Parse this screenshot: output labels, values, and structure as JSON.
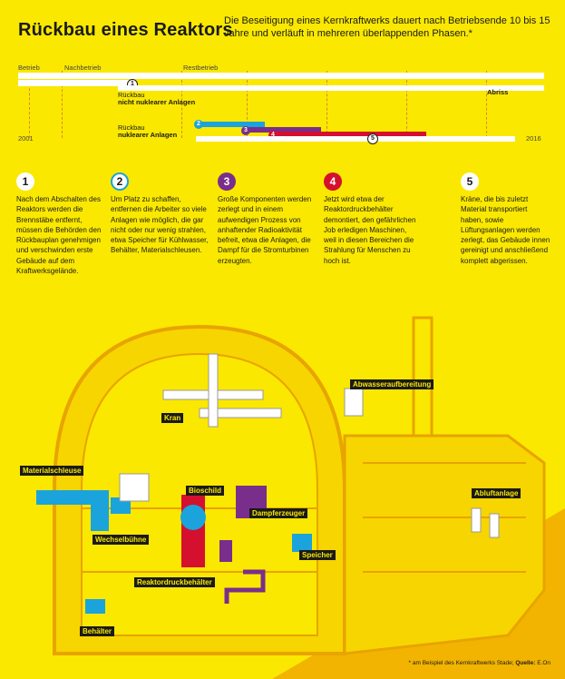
{
  "title": "Rückbau eines Reaktors",
  "subtitle": "Die Beseitigung eines Kernkraftwerks dauert nach Betriebsende 10 bis 15 Jahre und verläuft in mehreren überlappenden Phasen.*",
  "timeline": {
    "labels": {
      "betrieb": "Betrieb",
      "nachbetrieb": "Nachbetrieb",
      "restbetrieb": "Restbetrieb",
      "abriss": "Abriss",
      "year_start": "2001",
      "year_end": "2016"
    },
    "row1": {
      "line1": "Rückbau",
      "line2": "nicht nuklearer Anlagen"
    },
    "row2": {
      "line1": "Rückbau",
      "line2": "nuklearer Anlagen"
    },
    "markers": [
      "1",
      "2",
      "3",
      "4",
      "5"
    ]
  },
  "colors": {
    "background": "#FAE800",
    "phase1": "#FFFFFF",
    "phase2": "#1BA3DC",
    "phase3": "#7A2E8C",
    "phase4": "#D5102F",
    "phase5": "#FFFFFF",
    "building": "#F2B400"
  },
  "phases": [
    {
      "num": "1",
      "text": "Nach dem Abschalten des Reaktors werden die Brennstäbe entfernt, müssen die Behörden den Rückbauplan genehmigen und verschwinden erste Gebäude auf dem Kraftwerksgelände."
    },
    {
      "num": "2",
      "text": "Um Platz zu schaffen, entfernen die Arbeiter so viele Anlagen wie möglich, die gar nicht oder nur wenig strahlen, etwa Speicher für Kühlwasser, Behälter, Materialschleusen."
    },
    {
      "num": "3",
      "text": "Große Komponenten werden zerlegt und in einem aufwendigen Prozess von anhaftender Radioaktivität befreit, etwa die Anlagen, die Dampf für die Stromturbinen erzeugten."
    },
    {
      "num": "4",
      "text": "Jetzt wird etwa der Reaktordruckbehälter demontiert, den gefährlichen Job erledigen Maschinen, weil in diesen Bereichen die Strahlung für Menschen zu hoch ist."
    },
    {
      "num": "5",
      "text": "Kräne, die bis zuletzt Material transportiert haben, sowie Lüftungsanlagen werden zerlegt, das Gebäude innen gereinigt und anschließend komplett abgerissen."
    }
  ],
  "diagram_labels": {
    "kran": "Kran",
    "abwasser": "Abwasseraufbereitung",
    "materialschleuse": "Materialschleuse",
    "bioschild": "Bioschild",
    "dampferzeuger": "Dampferzeuger",
    "abluftanlage": "Abluftanlage",
    "wechselbuehne": "Wechselbühne",
    "speicher": "Speicher",
    "reaktordruckbehaelter": "Reaktordruckbehälter",
    "behaelter": "Behälter"
  },
  "footnote": {
    "prefix": "* am Beispiel des Kernkraftwerks Stade; ",
    "source_label": "Quelle:",
    "source": "E.On"
  }
}
